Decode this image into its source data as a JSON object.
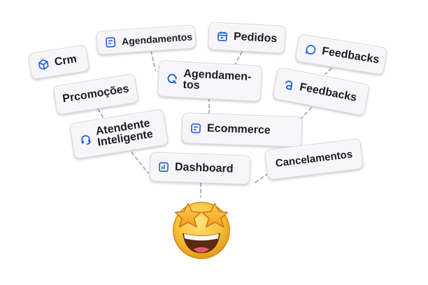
{
  "nodes": {
    "crm": {
      "label": "Crm",
      "icon": "cube-icon"
    },
    "agendamentos_top": {
      "label": "Agendamentos",
      "icon": "calendar-list-icon"
    },
    "pedidos": {
      "label": "Pedidos",
      "icon": "calendar-icon"
    },
    "feedbacks_top": {
      "label": "Feedbacks",
      "icon": "chat-bubble-icon"
    },
    "promocoes": {
      "label": "Prcomoções"
    },
    "agendamentos_mid": {
      "line1": "Agendamen-",
      "line2": "tos",
      "icon": "q-letter-icon"
    },
    "feedbacks_mid": {
      "label": "Feedbacks",
      "icon": "a-letter-icon"
    },
    "atendente": {
      "line1": "Atendente",
      "line2": "Inteligente",
      "icon": "headset-icon"
    },
    "ecommerce": {
      "label": "Ecommerce",
      "icon": "document-icon"
    },
    "dashboard": {
      "label": "Dashboard",
      "icon": "dashboard-icon"
    },
    "cancelamentos": {
      "label": "Cancelamentos"
    }
  },
  "central_emoji": {
    "icon": "star-struck-emoji-icon"
  },
  "colors": {
    "accent": "#1d5fe0",
    "chip_bg": "#f6f6f8",
    "chip_border": "#d9d9de",
    "connector": "#9aa0b8",
    "text": "#1c1c1f"
  }
}
